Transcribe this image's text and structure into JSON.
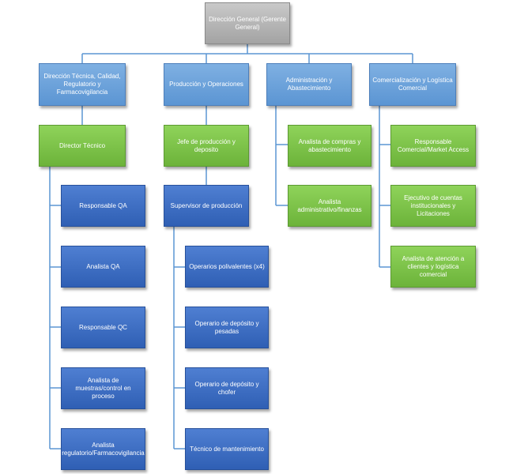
{
  "root": "Dirección General (Gerente General)",
  "departments": [
    "Dirección Técnica, Calidad, Regulatorio y Farmacovigilancia",
    "Producción y Operaciones",
    "Administración y Abastecimiento",
    "Comercialización y Logística Comercial"
  ],
  "tecnica": {
    "head": "Director Técnico",
    "items": [
      "Responsable QA",
      "Analista QA",
      "Responsable QC",
      "Analista de muestras/control en proceso",
      "Analista regulatorio/Farmacovigilancia"
    ]
  },
  "produccion": {
    "head": "Jefe de producción y deposito",
    "supervisor": "Supervisor de producción",
    "items": [
      "Operarios polivalentes (x4)",
      "Operario de depósito y pesadas",
      "Operario de depósito y chofer",
      "Técnico de mantenimiento"
    ]
  },
  "administracion": {
    "items": [
      "Analista de compras y abastecimiento",
      "Analista administrativo/finanzas"
    ]
  },
  "comercial": {
    "items": [
      "Responsable Comercial/Market Access",
      "Ejecutivo de cuentas institucionales y Licitaciones",
      "Analista de atención a clientes y logística comercial"
    ]
  },
  "colors": {
    "root": "#a6a6a6",
    "department": "#5b95d3",
    "manager": "#6cb33a",
    "role": "#2f5fb4",
    "connector": "#5b95d3"
  }
}
